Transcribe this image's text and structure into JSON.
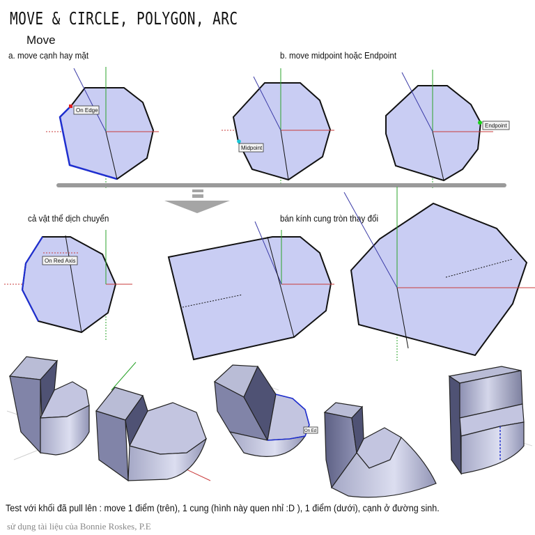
{
  "header": {
    "title": "MOVE & CIRCLE, POLYGON, ARC",
    "subtitle": "Move"
  },
  "labels": {
    "a": "a. move cạnh hay mặt",
    "b": "b. move midpoint hoặc Endpoint",
    "c": "cả vật thể dịch chuyển",
    "d": "bán kính cung tròn thay đổi"
  },
  "tooltips": {
    "on_edge": "On Edge",
    "midpoint": "Midpoint",
    "endpoint": "Endpoint",
    "on_red_axis": "On Red Axis",
    "on_edge_small": "On Ed"
  },
  "footer": "Test với khối đã pull lên : move 1 điểm (trên), 1 cung (hình này quen nhỉ :D ), 1 điểm (dưới), cạnh ở đường sinh.",
  "credit": "sử dụng tài liệu của Bonnie Roskes, P.E",
  "colors": {
    "face": "#c9cdf3",
    "edge": "#111111",
    "selected_edge": "#1f2fd0",
    "red_axis": "#c93a3a",
    "green_axis": "#2aa32a",
    "blue_axis": "#3a3aa6",
    "divider": "#9a9a9a",
    "solid_light": "#b9bcd6",
    "solid_dark": "#6e7196"
  }
}
